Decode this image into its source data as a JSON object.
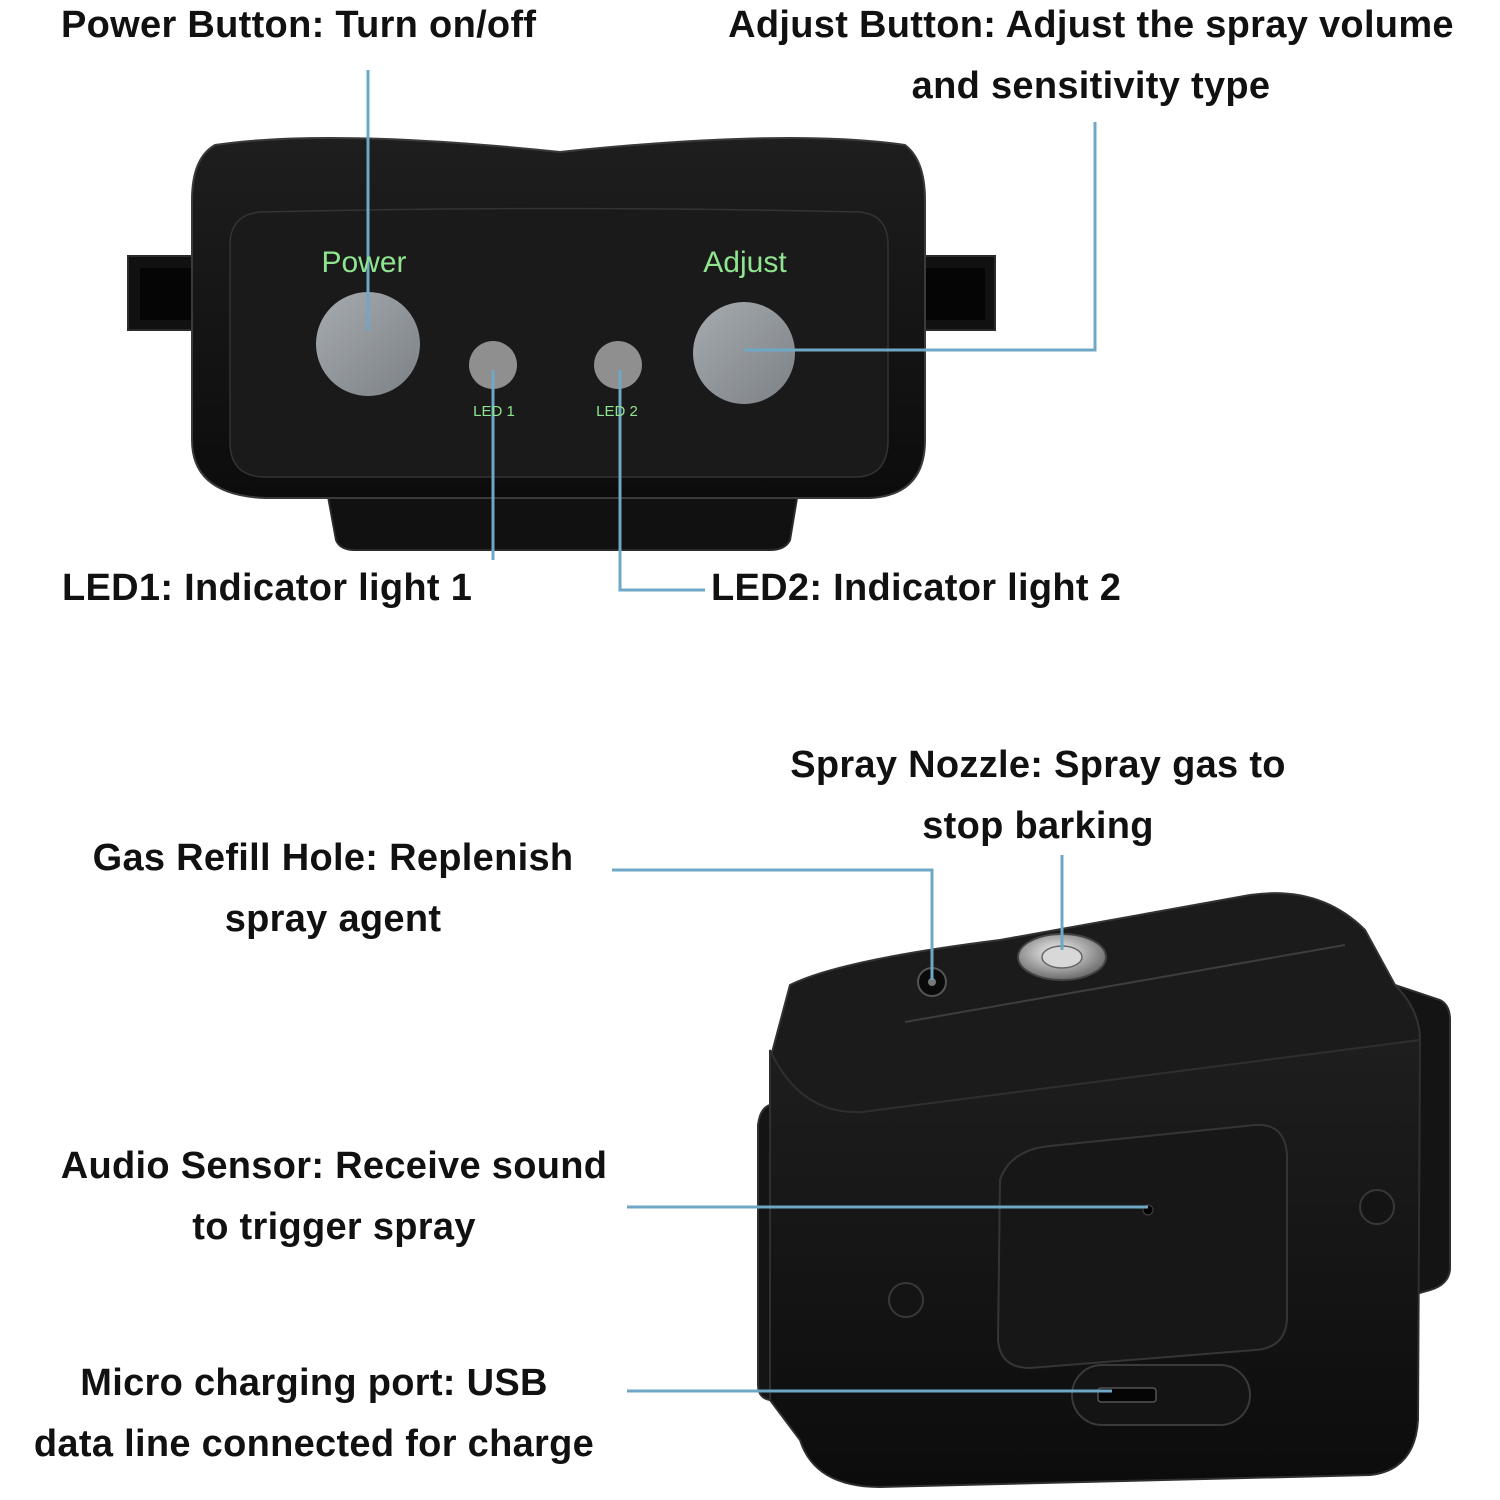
{
  "device_top": {
    "labels": {
      "power": "Power",
      "adjust": "Adjust",
      "led1": "LED 1",
      "led2": "LED 2"
    },
    "label_color": "#8fe58f"
  },
  "callouts": {
    "power": {
      "text": "Power Button: Turn on/off"
    },
    "adjust": {
      "line1": "Adjust Button: Adjust the spray volume",
      "line2": "and sensitivity type"
    },
    "led1": {
      "text": "LED1: Indicator light 1"
    },
    "led2": {
      "text": "LED2: Indicator light 2"
    },
    "spray_nozzle": {
      "line1": "Spray Nozzle: Spray gas to",
      "line2": "stop barking"
    },
    "gas_refill": {
      "line1": "Gas Refill Hole: Replenish",
      "line2": "spray agent"
    },
    "audio_sensor": {
      "line1": "Audio Sensor: Receive sound",
      "line2": "to trigger spray"
    },
    "charging_port": {
      "line1": "Micro charging port: USB",
      "line2": "data line connected for charge"
    }
  },
  "colors": {
    "leader_line": "#6fa8c6",
    "device_body": "#151515",
    "button": "#8f949a"
  }
}
